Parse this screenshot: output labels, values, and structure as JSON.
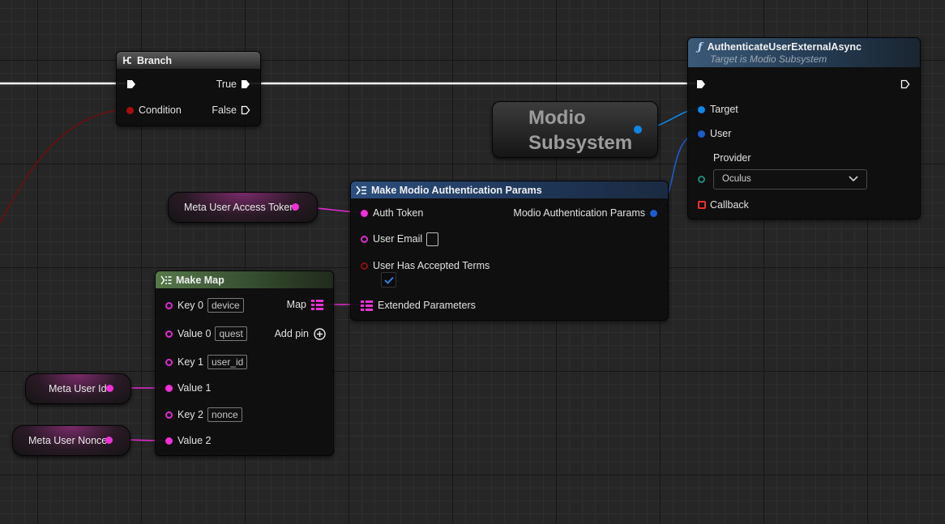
{
  "branch_node": {
    "title": "Branch",
    "condition": "Condition",
    "true_label": "True",
    "false_label": "False"
  },
  "auth_node": {
    "title": "AuthenticateUserExternalAsync",
    "subtitle": "Target is Modio Subsystem",
    "target": "Target",
    "user": "User",
    "provider": "Provider",
    "provider_value": "Oculus",
    "callback": "Callback"
  },
  "modio_subsystem": {
    "line1": "Modio",
    "line2": "Subsystem"
  },
  "make_params_node": {
    "title": "Make Modio Authentication Params",
    "auth_token": "Auth Token",
    "output": "Modio Authentication Params",
    "user_email": "User Email",
    "accepted_terms": "User Has Accepted Terms",
    "extended": "Extended Parameters"
  },
  "make_map_node": {
    "title": "Make Map",
    "map_label": "Map",
    "add_pin": "Add pin",
    "key0": "Key 0",
    "key0_value": "device",
    "value0": "Value 0",
    "value0_value": "quest",
    "key1": "Key 1",
    "key1_value": "user_id",
    "value1": "Value 1",
    "key2": "Key 2",
    "key2_value": "nonce",
    "value2": "Value 2"
  },
  "variables": {
    "access_token": "Meta User Access Token",
    "user_id": "Meta User Id",
    "nonce": "Meta User Nonce"
  },
  "colors": {
    "exec_wire": "#ffffff",
    "string_wire": "#e02bd0",
    "object_wire": "#0e86e6",
    "struct_wire": "#1c5ccf",
    "bool_wire": "#7a0e0e"
  }
}
